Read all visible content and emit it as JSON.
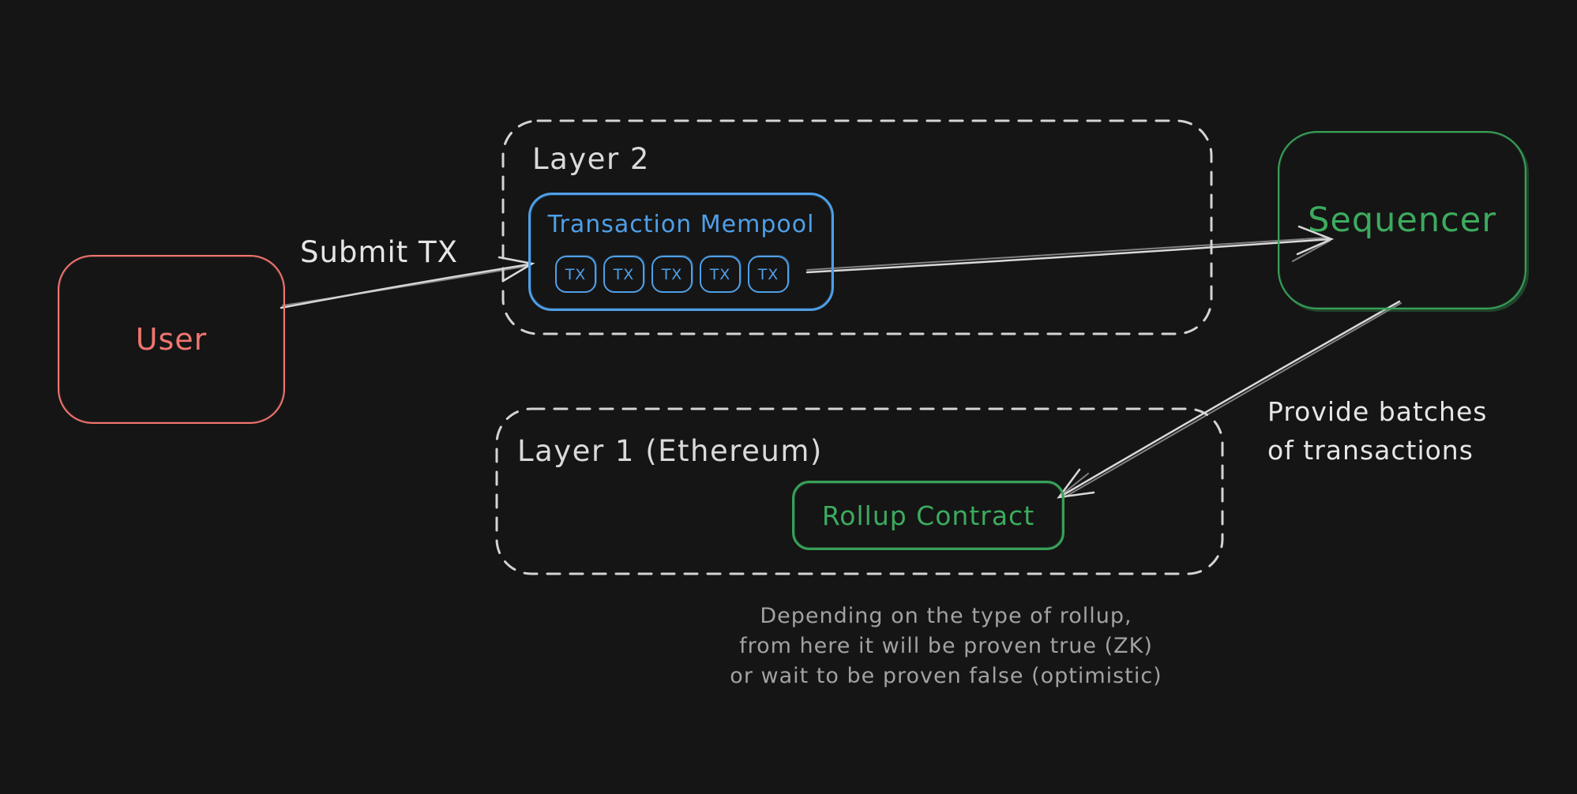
{
  "colors": {
    "background": "#151515",
    "user_red": "#f0756f",
    "mempool_blue": "#4f9fe8",
    "green": "#38a159",
    "label_white": "#e6e6e6",
    "caption_gray": "#a2a2a2"
  },
  "nodes": {
    "user": {
      "label": "User"
    },
    "layer2_group": {
      "label": "Layer 2"
    },
    "mempool": {
      "label": "Transaction Mempool",
      "tx_items": [
        "TX",
        "TX",
        "TX",
        "TX",
        "TX"
      ]
    },
    "sequencer": {
      "label": "Sequencer"
    },
    "layer1_group": {
      "label": "Layer 1 (Ethereum)"
    },
    "rollup": {
      "label": "Rollup Contract"
    }
  },
  "edges": {
    "user_to_mempool": {
      "label": "Submit TX"
    },
    "sequencer_to_rollup": {
      "label_line1": "Provide batches",
      "label_line2": "of transactions"
    }
  },
  "caption": {
    "line1": "Depending on the type of rollup,",
    "line2": "from here it will be proven true (ZK)",
    "line3": "or wait to be proven false (optimistic)"
  }
}
